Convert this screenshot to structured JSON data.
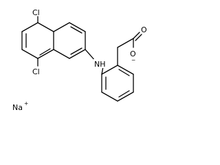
{
  "molecule": {
    "atoms": {
      "cl_upper": "Cl",
      "cl_lower": "Cl",
      "amine": "NH",
      "oxygen_carbonyl": "O",
      "oxygen_anion": "O",
      "oxygen_anion_charge": "−",
      "counterion": "Na",
      "counterion_charge": "+"
    }
  }
}
